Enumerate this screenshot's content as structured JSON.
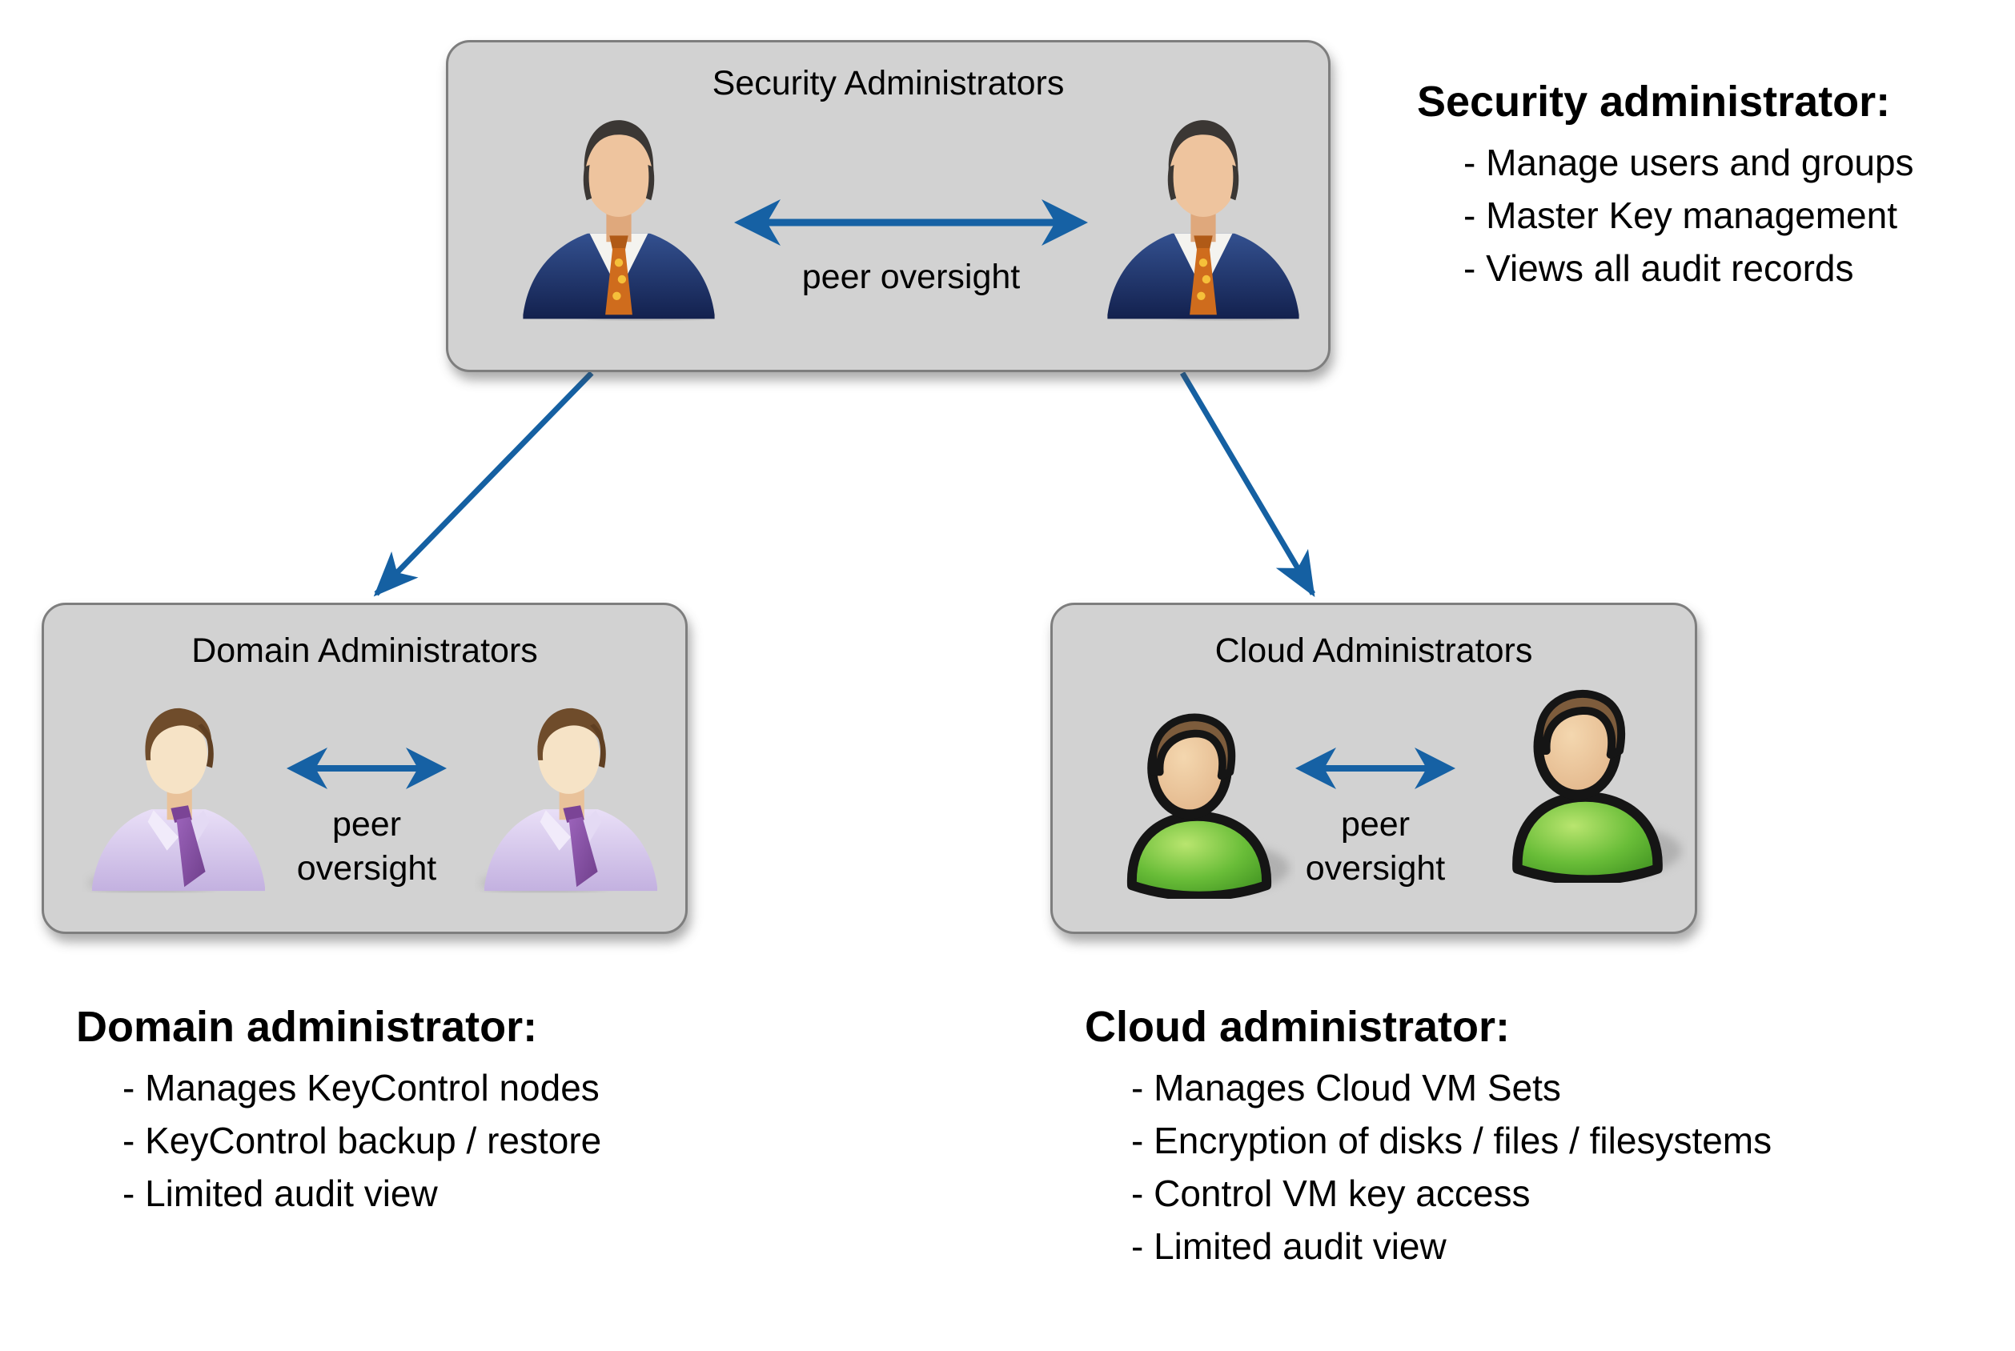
{
  "diagram": {
    "colors": {
      "background": "#ffffff",
      "box_fill": "#d2d2d2",
      "box_border": "#7e7e7e",
      "arrow_blue": "#1661a4",
      "text": "#000000"
    },
    "security_box": {
      "title": "Security Administrators",
      "peer_label": "peer oversight"
    },
    "domain_box": {
      "title": "Domain Administrators",
      "peer_line1": "peer",
      "peer_line2": "oversight"
    },
    "cloud_box": {
      "title": "Cloud Administrators",
      "peer_line1": "peer",
      "peer_line2": "oversight"
    },
    "security_notes": {
      "heading": "Security administrator:",
      "items": [
        "- Manage users and groups",
        "- Master Key management",
        "- Views all audit records"
      ]
    },
    "domain_notes": {
      "heading": "Domain administrator:",
      "items": [
        "- Manages KeyControl nodes",
        "- KeyControl backup / restore",
        "- Limited audit view"
      ]
    },
    "cloud_notes": {
      "heading": "Cloud administrator:",
      "items": [
        "- Manages Cloud VM Sets",
        "- Encryption of disks / files / filesystems",
        "- Control VM key access",
        "- Limited audit view"
      ]
    },
    "icons": {
      "security_admin": "businessman-suit-avatar-icon",
      "domain_admin": "office-worker-avatar-icon",
      "cloud_admin": "green-user-avatar-icon",
      "peer_arrow": "double-headed-arrow-icon",
      "hierarchy_arrow": "diagonal-down-arrow-icon"
    }
  }
}
